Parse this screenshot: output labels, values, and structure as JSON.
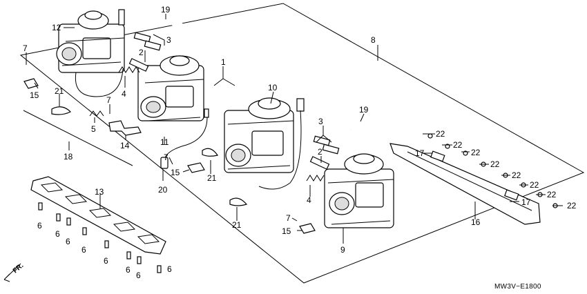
{
  "diagram_code": "MW3V−E1800",
  "direction_label": "FR.",
  "callouts": [
    {
      "id": "c12",
      "text": "12"
    },
    {
      "id": "c19a",
      "text": "19"
    },
    {
      "id": "c8",
      "text": "8"
    },
    {
      "id": "c7a",
      "text": "7"
    },
    {
      "id": "c3a",
      "text": "3"
    },
    {
      "id": "c2a",
      "text": "2"
    },
    {
      "id": "c15a",
      "text": "15"
    },
    {
      "id": "c21a",
      "text": "21"
    },
    {
      "id": "c4a",
      "text": "4"
    },
    {
      "id": "c1",
      "text": "1"
    },
    {
      "id": "c10",
      "text": "10"
    },
    {
      "id": "c7b",
      "text": "7"
    },
    {
      "id": "c5",
      "text": "5"
    },
    {
      "id": "c14",
      "text": "14"
    },
    {
      "id": "c11",
      "text": "11"
    },
    {
      "id": "c19b",
      "text": "19"
    },
    {
      "id": "c18",
      "text": "18"
    },
    {
      "id": "c3b",
      "text": "3"
    },
    {
      "id": "c2b",
      "text": "2"
    },
    {
      "id": "c22a",
      "text": "22"
    },
    {
      "id": "c22b",
      "text": "22"
    },
    {
      "id": "c17a",
      "text": "17"
    },
    {
      "id": "c22c",
      "text": "22"
    },
    {
      "id": "c22d",
      "text": "22"
    },
    {
      "id": "c7c",
      "text": "7"
    },
    {
      "id": "c15b",
      "text": "15"
    },
    {
      "id": "c21b",
      "text": "21"
    },
    {
      "id": "c20",
      "text": "20"
    },
    {
      "id": "c13",
      "text": "13"
    },
    {
      "id": "c4b",
      "text": "4"
    },
    {
      "id": "c22e",
      "text": "22"
    },
    {
      "id": "c22f",
      "text": "22"
    },
    {
      "id": "c22g",
      "text": "22"
    },
    {
      "id": "c17b",
      "text": "17"
    },
    {
      "id": "c22h",
      "text": "22"
    },
    {
      "id": "c16",
      "text": "16"
    },
    {
      "id": "c21c",
      "text": "21"
    },
    {
      "id": "c7d",
      "text": "7"
    },
    {
      "id": "c15c",
      "text": "15"
    },
    {
      "id": "c9",
      "text": "9"
    },
    {
      "id": "c6a",
      "text": "6"
    },
    {
      "id": "c6b",
      "text": "6"
    },
    {
      "id": "c6c",
      "text": "6"
    },
    {
      "id": "c6d",
      "text": "6"
    },
    {
      "id": "c6e",
      "text": "6"
    },
    {
      "id": "c6f",
      "text": "6"
    },
    {
      "id": "c6g",
      "text": "6"
    },
    {
      "id": "c6h",
      "text": "6"
    }
  ]
}
